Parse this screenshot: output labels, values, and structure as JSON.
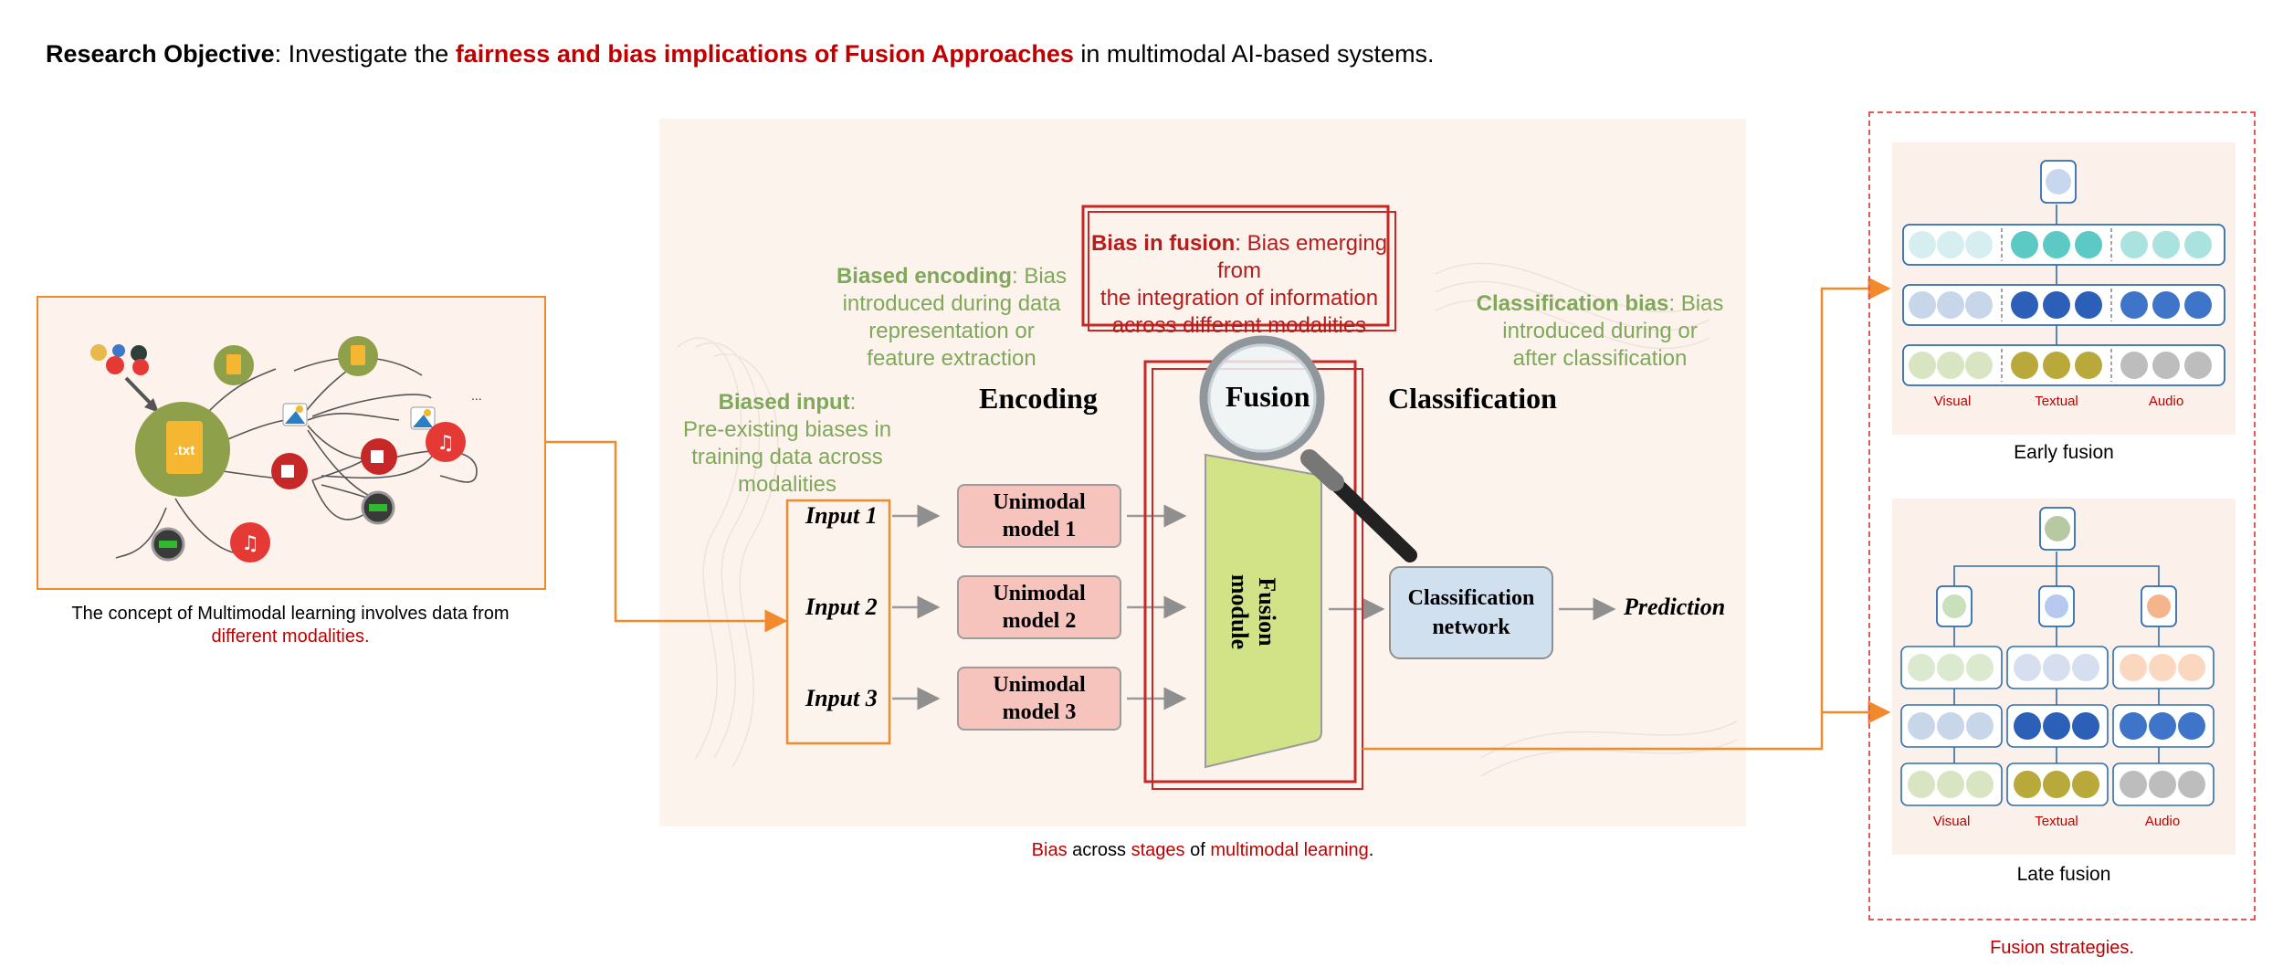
{
  "objective": {
    "label": "Research Objective",
    "text_before": ": Investigate the ",
    "highlight": "fairness and bias implications of Fusion Approaches",
    "text_after": " in multimodal AI-based systems."
  },
  "left": {
    "caption_line1": "The concept of Multimodal learning involves data from",
    "caption_line2": "different modalities.",
    "txt_label": ".txt",
    "ellipsis": "..."
  },
  "middle": {
    "stages": {
      "encoding": "Encoding",
      "fusion": "Fusion",
      "classification": "Classification"
    },
    "inputs": [
      "Input 1",
      "Input 2",
      "Input 3"
    ],
    "unimodal": [
      {
        "line1": "Unimodal",
        "line2": "model 1"
      },
      {
        "line1": "Unimodal",
        "line2": "model 2"
      },
      {
        "line1": "Unimodal",
        "line2": "model 3"
      }
    ],
    "fusion_module": {
      "line1": "Fusion",
      "line2": "module"
    },
    "classification_network": {
      "line1": "Classification",
      "line2": "network"
    },
    "prediction": "Prediction",
    "biased_input": {
      "title": "Biased input",
      "colon": ":",
      "line1": "Pre-existing biases in",
      "line2": "training data across",
      "line3": "modalities"
    },
    "biased_encoding": {
      "title": "Biased encoding",
      "rest1": ": Bias",
      "line2": "introduced during data",
      "line3": "representation or",
      "line4": "feature extraction"
    },
    "bias_fusion": {
      "title": "Bias in fusion",
      "rest1": ": Bias emerging from",
      "line2": "the integration of information",
      "line3": "across different modalities"
    },
    "classification_bias": {
      "title": "Classification bias",
      "rest1": ": Bias",
      "line2": "introduced during or",
      "line3": "after classification"
    },
    "caption": {
      "w1": "Bias",
      "w2": " across ",
      "w3": "stages",
      "w4": " of ",
      "w5": "multimodal learning",
      "w6": "."
    }
  },
  "right": {
    "early_caption": "Early fusion",
    "late_caption": "Late fusion",
    "modalities": [
      "Visual",
      "Textual",
      "Audio"
    ],
    "caption": "Fusion strategies."
  },
  "colors": {
    "red": "#c00000",
    "green": "#7fa85a",
    "orange": "#f08a2c",
    "unimodal_fill": "#f6c3bd",
    "fusion_fill": "#d2e387",
    "class_fill": "#d1e0ee"
  }
}
